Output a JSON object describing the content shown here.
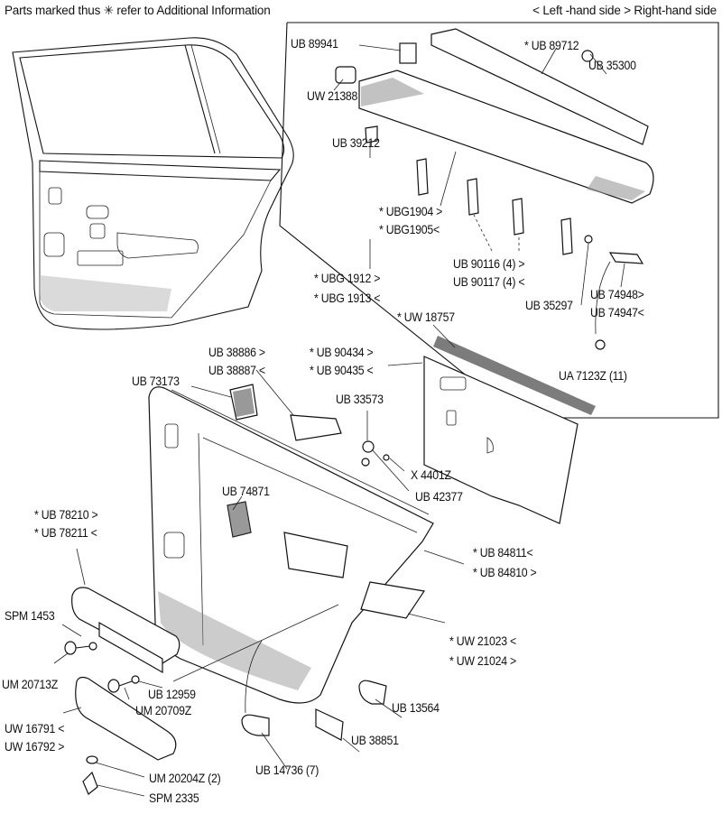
{
  "header": {
    "note": "Parts marked thus ✳ refer to Additional Information",
    "legend": "< Left -hand side   > Right-hand side"
  },
  "callouts": [
    {
      "id": "ub89941",
      "text": "UB 89941"
    },
    {
      "id": "ub89712",
      "text": "* UB 89712"
    },
    {
      "id": "ub35300",
      "text": "UB 35300"
    },
    {
      "id": "uw21388",
      "text": "UW 21388"
    },
    {
      "id": "ub39212",
      "text": "UB 39212"
    },
    {
      "id": "ubg1904",
      "text": "* UBG1904 >"
    },
    {
      "id": "ubg1905",
      "text": "* UBG1905<"
    },
    {
      "id": "ub90116",
      "text": "UB 90116 (4) >"
    },
    {
      "id": "ub90117",
      "text": "UB 90117 (4) <"
    },
    {
      "id": "ubg1912",
      "text": "* UBG 1912 >"
    },
    {
      "id": "ubg1913",
      "text": "* UBG 1913 <"
    },
    {
      "id": "ub35297",
      "text": "UB 35297"
    },
    {
      "id": "ub74948",
      "text": "UB 74948>"
    },
    {
      "id": "ub74947",
      "text": "UB 74947<"
    },
    {
      "id": "uw18757",
      "text": "* UW 18757"
    },
    {
      "id": "ub38886",
      "text": "UB 38886 >"
    },
    {
      "id": "ub38887",
      "text": "UB 38887 <"
    },
    {
      "id": "ub90434",
      "text": "* UB 90434 >"
    },
    {
      "id": "ub90435",
      "text": "* UB 90435 <"
    },
    {
      "id": "ua7123z",
      "text": "UA 7123Z (11)"
    },
    {
      "id": "ub73173",
      "text": "UB 73173"
    },
    {
      "id": "ub33573",
      "text": "UB 33573"
    },
    {
      "id": "x4401z",
      "text": "X 4401Z"
    },
    {
      "id": "ub42377",
      "text": "UB 42377"
    },
    {
      "id": "ub74871",
      "text": "UB 74871"
    },
    {
      "id": "ub78210",
      "text": "* UB 78210 >"
    },
    {
      "id": "ub78211",
      "text": "* UB 78211 <"
    },
    {
      "id": "ub84811",
      "text": "* UB 84811<"
    },
    {
      "id": "ub84810",
      "text": "* UB 84810 >"
    },
    {
      "id": "spm1453",
      "text": "SPM 1453"
    },
    {
      "id": "uw21023",
      "text": "* UW 21023 <"
    },
    {
      "id": "uw21024",
      "text": "* UW 21024 >"
    },
    {
      "id": "um20713z",
      "text": "UM 20713Z"
    },
    {
      "id": "ub12959",
      "text": "UB 12959"
    },
    {
      "id": "um20709z",
      "text": "UM 20709Z"
    },
    {
      "id": "ub13564",
      "text": "UB 13564"
    },
    {
      "id": "uw16791",
      "text": "UW 16791 <"
    },
    {
      "id": "uw16792",
      "text": "UW 16792 >"
    },
    {
      "id": "ub38851",
      "text": "UB 38851"
    },
    {
      "id": "um20204z",
      "text": "UM 20204Z (2)"
    },
    {
      "id": "ub14736",
      "text": "UB 14736 (7)"
    },
    {
      "id": "spm2335",
      "text": "SPM 2335"
    }
  ]
}
